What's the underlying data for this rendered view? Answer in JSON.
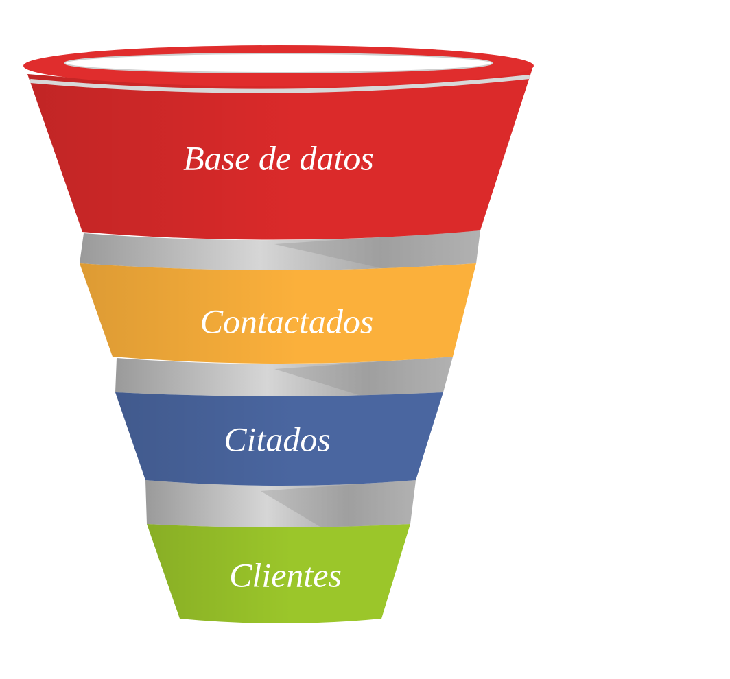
{
  "diagram": {
    "type": "funnel",
    "stages": [
      {
        "label": "Base de datos",
        "color": "#db2a2a"
      },
      {
        "label": "Contactados",
        "color": "#fbb03b"
      },
      {
        "label": "Citados",
        "color": "#4a66a0"
      },
      {
        "label": "Clientes",
        "color": "#9bc62a"
      }
    ],
    "connector_color": "#bdbdbd",
    "rim_color": "#e02d2d"
  }
}
